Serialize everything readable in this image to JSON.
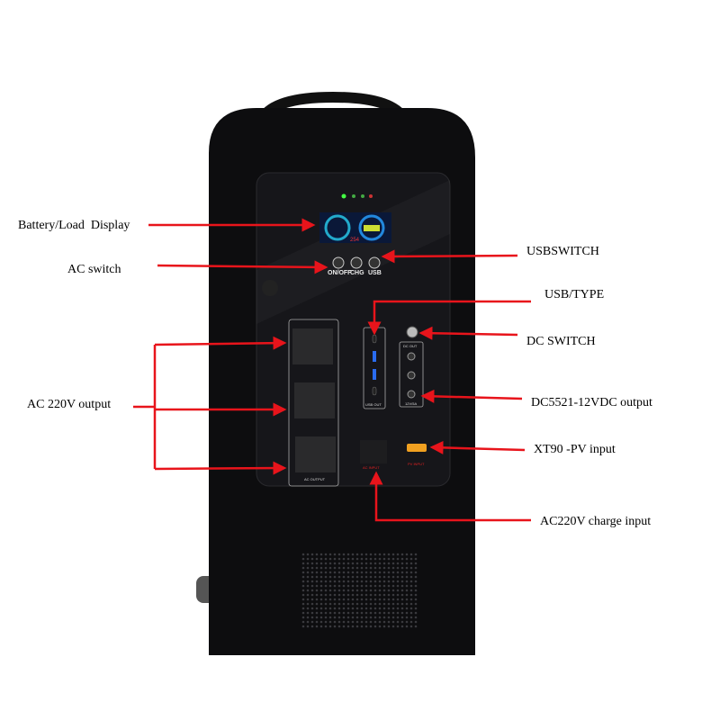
{
  "annotations": {
    "display": "Battery/Load  Display",
    "ac_switch": "AC switch",
    "usb_switch": "USBSWITCH",
    "usb_type": "USB/TYPE",
    "dc_switch": "DC SWITCH",
    "ac_output": "AC 220V output",
    "dc_output": "DC5521-12VDC output",
    "xt90": "XT90 -PV input",
    "ac_charge": "AC220V charge input"
  },
  "device": {
    "buttons": [
      "ON/OFF",
      "CHG",
      "USB"
    ],
    "usb_out": "USB OUT",
    "dc_out": "DC OUT",
    "dc_rating": "12V/5A",
    "ac_input": "AC INPUT",
    "pv_input": "PV INPUT",
    "ac_output_label": "AC OUTPUT"
  },
  "colors": {
    "arrow": "#e8141b",
    "body": "#0d0d0f",
    "panel": "#151518"
  }
}
